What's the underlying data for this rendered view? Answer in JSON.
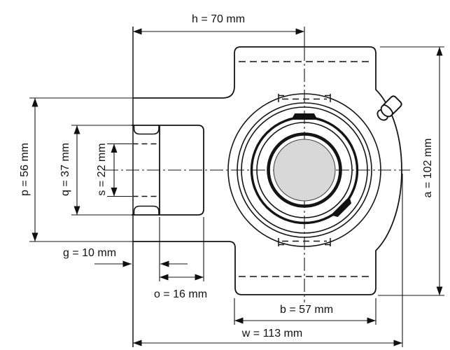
{
  "drawing": {
    "dimensions": {
      "h": "h = 70 mm",
      "p": "p = 56 mm",
      "q": "q = 37 mm",
      "s": "s = 22 mm",
      "g": "g = 10 mm",
      "o": "o = 16 mm",
      "b": "b = 57 mm",
      "w": "w = 113 mm",
      "a": "a = 102 mm"
    },
    "colors": {
      "line": "#141414",
      "background": "#ffffff",
      "bore_fill": "#d8d8d8"
    }
  }
}
